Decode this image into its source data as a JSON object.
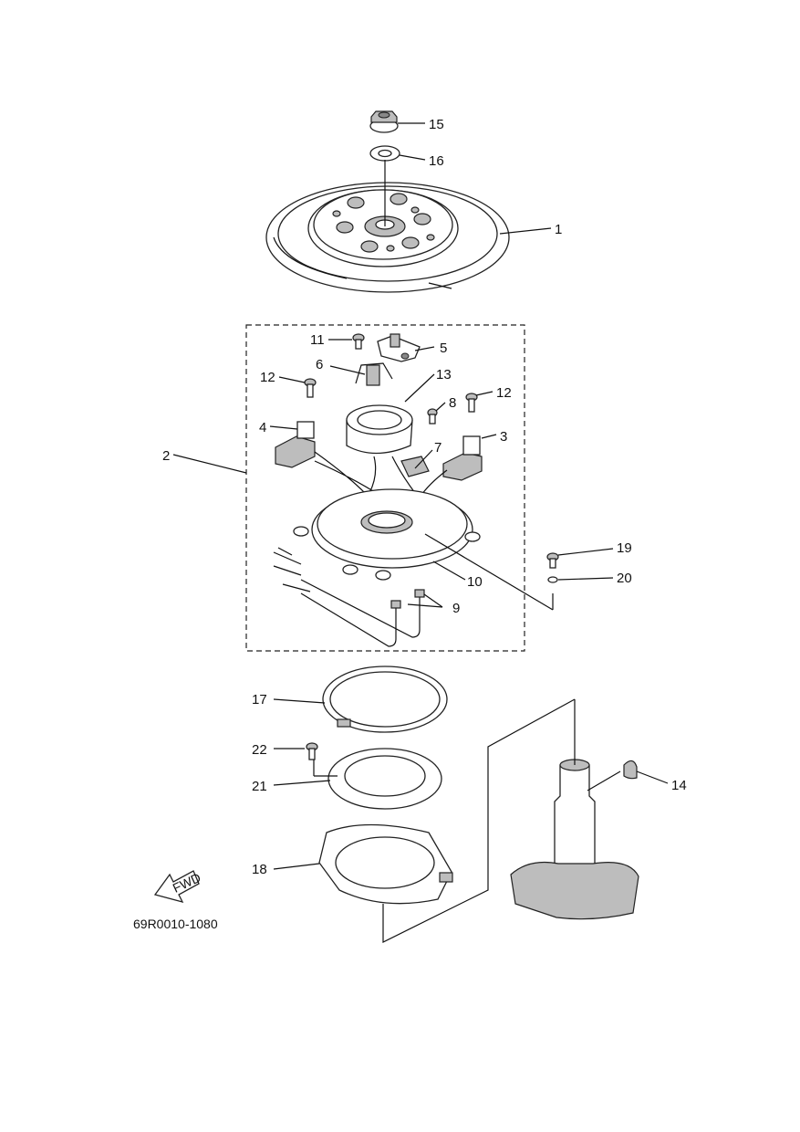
{
  "diagram": {
    "drawing_code": "69R0010-1080",
    "fwd_label": "FWD",
    "callouts": {
      "c1": "1",
      "c2": "2",
      "c3": "3",
      "c4": "4",
      "c5": "5",
      "c6": "6",
      "c7": "7",
      "c8": "8",
      "c9": "9",
      "c10": "10",
      "c11": "11",
      "c12a": "12",
      "c12b": "12",
      "c13": "13",
      "c14": "14",
      "c15": "15",
      "c16": "16",
      "c17": "17",
      "c18": "18",
      "c19": "19",
      "c20": "20",
      "c21": "21",
      "c22": "22"
    }
  }
}
